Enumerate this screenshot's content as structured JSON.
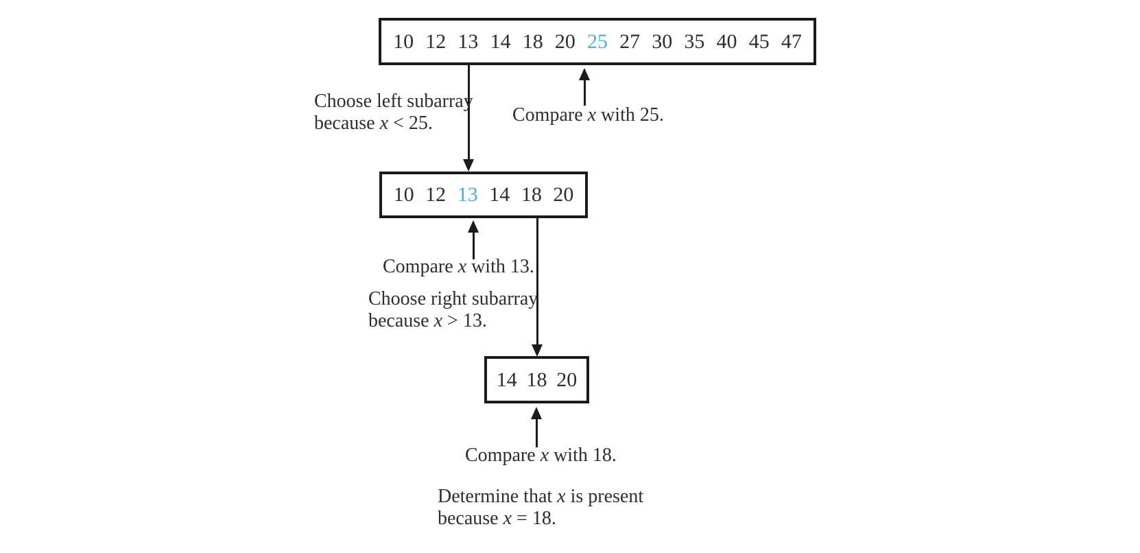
{
  "figure": {
    "background": "#ffffff",
    "text_color": "#2e2e2e",
    "line_color": "#1b1b1b",
    "highlight_color": "#54aecf"
  },
  "arrays": {
    "level1": {
      "values": [
        "10",
        "12",
        "13",
        "14",
        "18",
        "20",
        "25",
        "27",
        "30",
        "35",
        "40",
        "45",
        "47"
      ],
      "highlight": "25"
    },
    "level2": {
      "values": [
        "10",
        "12",
        "13",
        "14",
        "18",
        "20"
      ],
      "highlight": "13"
    },
    "level3": {
      "values": [
        "14",
        "18",
        "20"
      ],
      "highlight": ""
    }
  },
  "labels": {
    "choose_left": {
      "line1": "Choose left subarray",
      "line2_pre": "because ",
      "variable": "x",
      "line2_post": " < 25."
    },
    "compare_25": {
      "pre": "Compare ",
      "variable": "x",
      "post": " with 25."
    },
    "compare_13": {
      "pre": "Compare ",
      "variable": "x",
      "post": " with 13."
    },
    "choose_right": {
      "line1": "Choose right subarray",
      "line2_pre": "because ",
      "variable": "x",
      "line2_post": " > 13."
    },
    "compare_18": {
      "pre": "Compare ",
      "variable": "x",
      "post": " with 18."
    },
    "determine": {
      "line1_pre": "Determine that ",
      "variable1": "x",
      "line1_post": " is present",
      "line2_pre": "because ",
      "variable2": "x",
      "line2_post": " = 18."
    }
  }
}
